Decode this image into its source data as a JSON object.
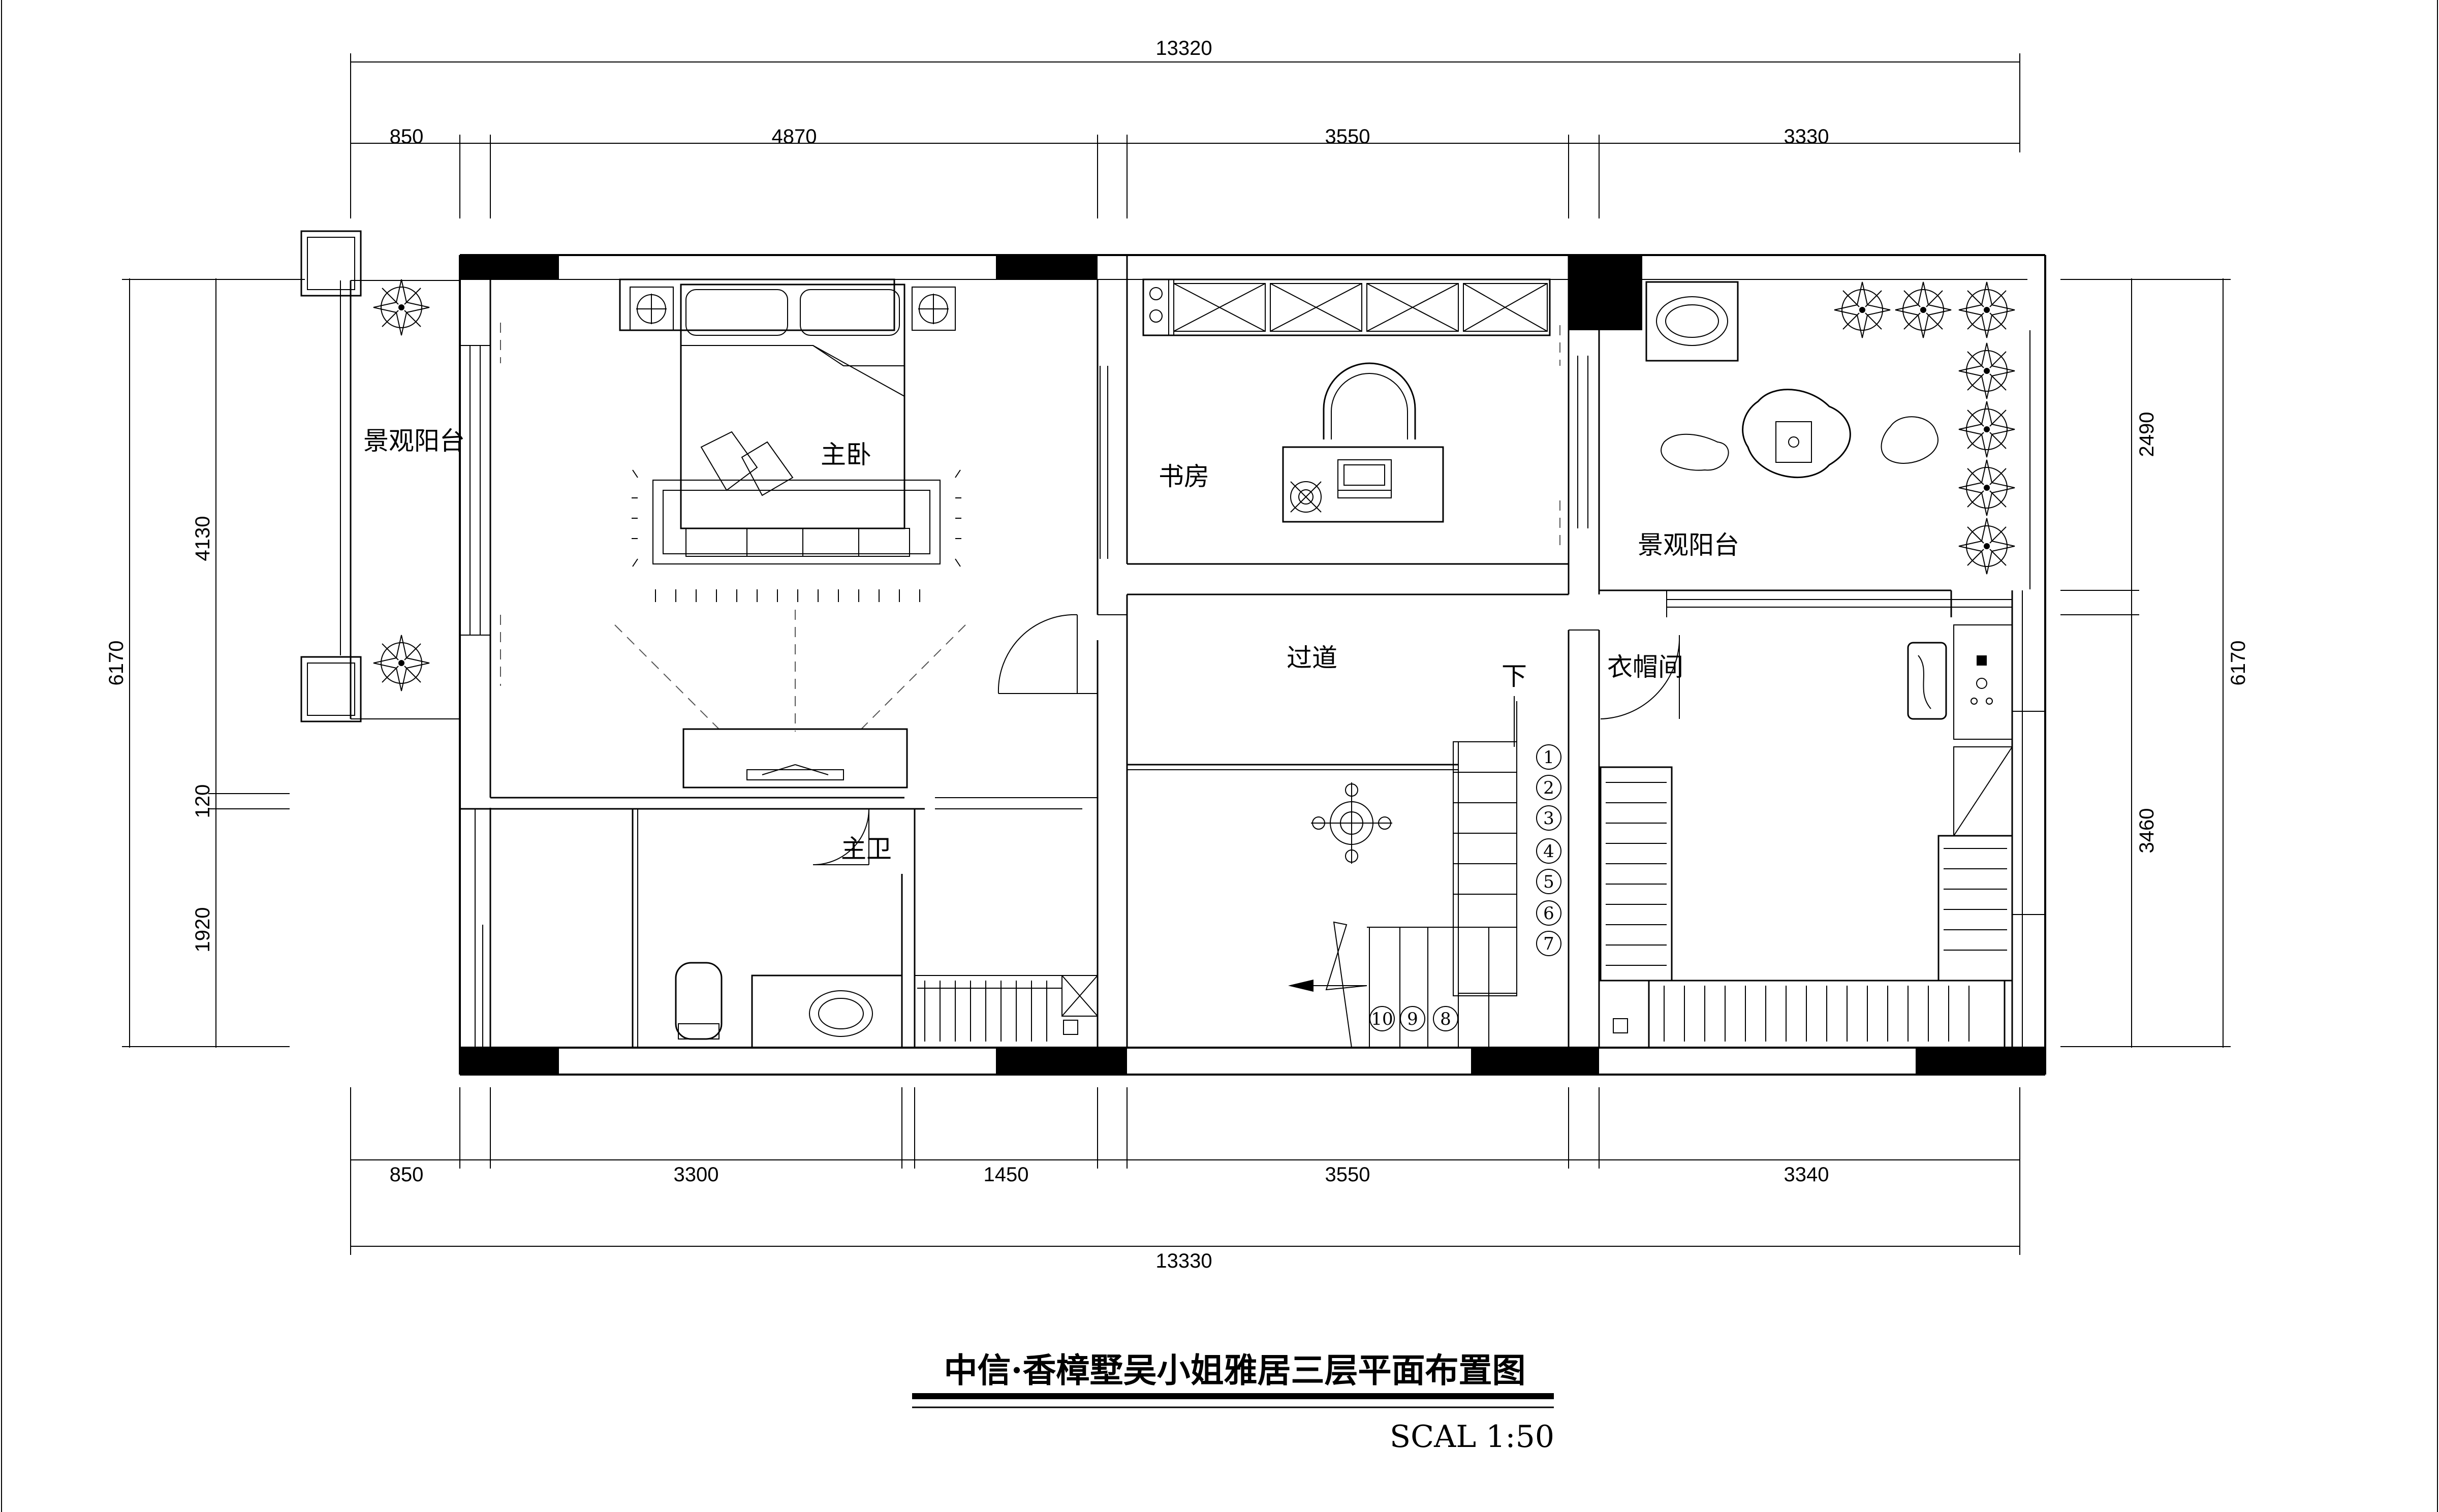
{
  "title": "中信·香樟墅吴小姐雅居三层平面布置图",
  "scale": "SCAL 1:50",
  "dimensions": {
    "top_total": "13320",
    "top_segments": [
      "850",
      "4870",
      "3550",
      "3330"
    ],
    "bottom_total": "13330",
    "bottom_segments": [
      "850",
      "3300",
      "1450",
      "3550",
      "3340"
    ],
    "left_total": "6170",
    "left_segments": [
      "4130",
      "120",
      "1920"
    ],
    "right_total": "6170",
    "right_segments": [
      "2490",
      "3460"
    ]
  },
  "rooms": {
    "balcony_left": "景观阳台",
    "master_bedroom": "主卧",
    "study": "书房",
    "balcony_right": "景观阳台",
    "corridor": "过道",
    "cloakroom": "衣帽间",
    "master_bath": "主卫",
    "stair_down": "下"
  },
  "stair_steps": [
    "1",
    "2",
    "3",
    "4",
    "5",
    "6",
    "7",
    "8",
    "9",
    "10"
  ]
}
